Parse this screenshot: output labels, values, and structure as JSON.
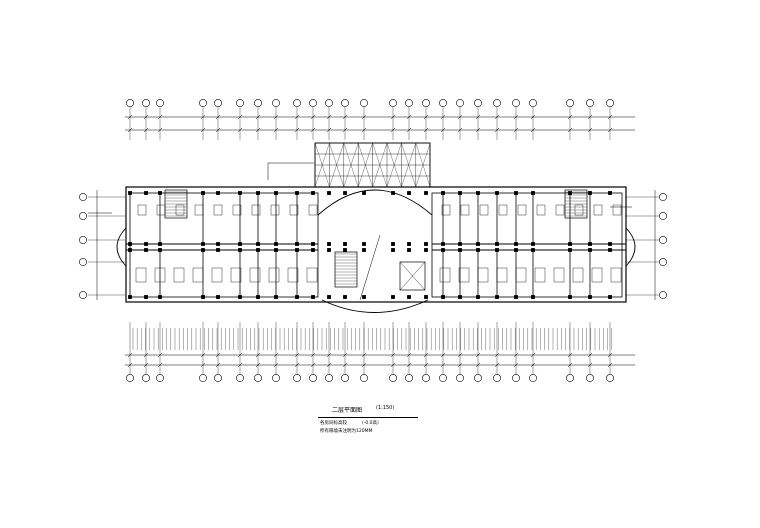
{
  "title_block": {
    "title": "二层平面图",
    "scale": "(1:150)",
    "note_1": "各房间标高较",
    "note_1_value": "(-0.0高)",
    "note_2": "所有隔墙未注明为120MM"
  }
}
